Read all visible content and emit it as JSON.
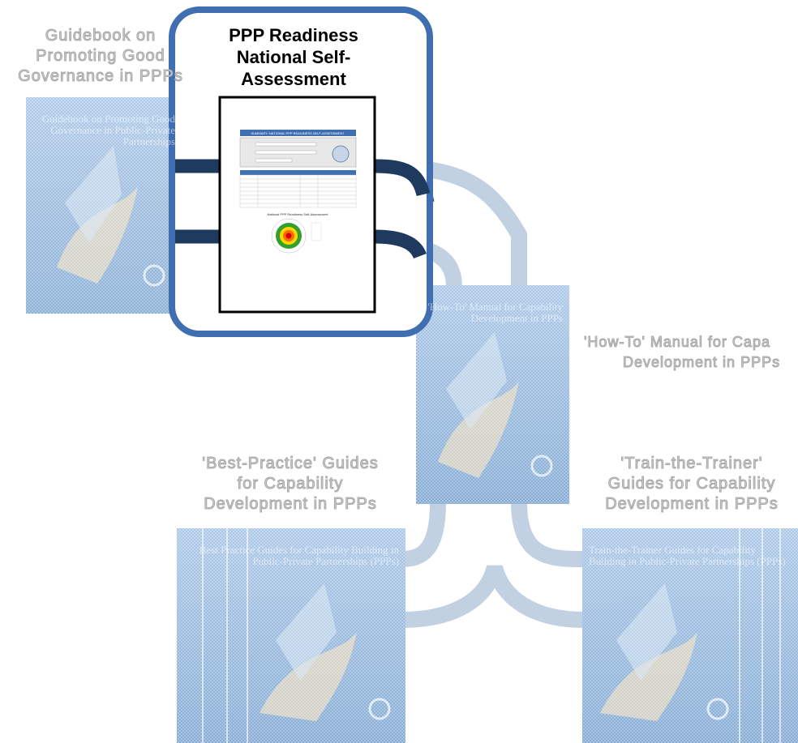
{
  "highlight": {
    "title": "PPP Readiness National Self-Assessment",
    "title_lines": [
      "PPP Readiness",
      "National Self-",
      "Assessment"
    ],
    "border_color": "#3f6fb1",
    "document_header": "SUMMARY: NATIONAL PPP READINESS SELF-ASSESSMENT",
    "chart_caption": "National PPP Readiness Self-Assessment"
  },
  "nodes": {
    "guidebook": {
      "label_lines": [
        "Guidebook on",
        "Promoting Good",
        "Governance in PPPs"
      ],
      "cover_title": "Guidebook on Promoting Good Governance in Public-Private Partnerships"
    },
    "howto": {
      "label_lines": [
        "'How-To' Manual  for Capa",
        "Development in PPPs"
      ],
      "cover_title": "'How-To' Manual for Capability Development in PPPs"
    },
    "best_practice": {
      "label_lines": [
        "'Best-Practice' Guides",
        "for Capability",
        "Development in PPPs"
      ],
      "cover_title": "Best Practice Guides for Capability Building in Public-Private Partnerships (PPPs)"
    },
    "train": {
      "label_lines": [
        "'Train-the-Trainer'",
        "Guides for Capability",
        "Development in PPPs"
      ],
      "cover_title": "Train-the-Trainer Guides for Capability Building in Public-Private Partnerships (PPPs)"
    }
  },
  "colors": {
    "pipe_dark": "#1e3a5f",
    "pipe_faded": "#b7c9dd",
    "cover_blue": "#8fb3d9",
    "highlight_border": "#3f6fb1"
  }
}
